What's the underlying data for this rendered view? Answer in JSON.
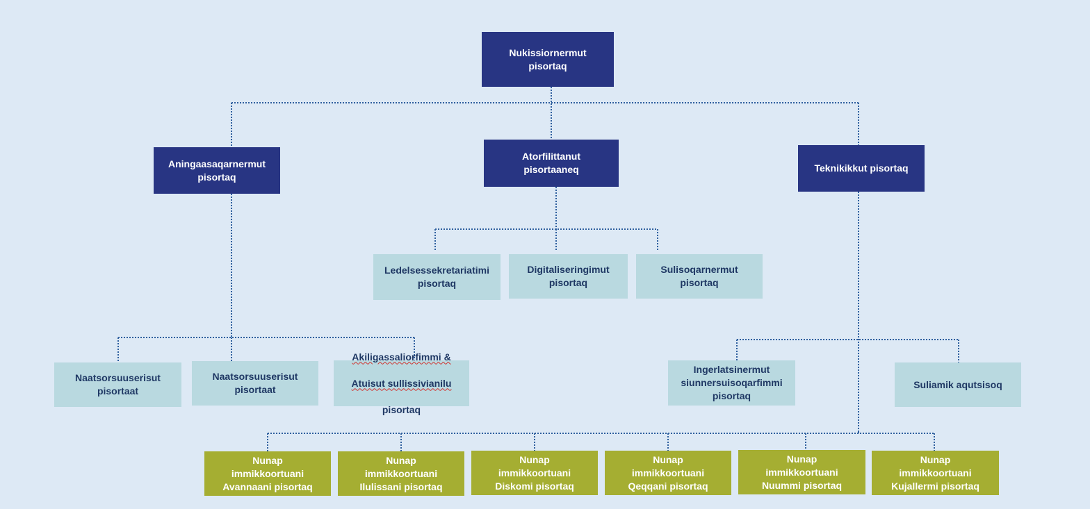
{
  "colors": {
    "background": "#dde9f5",
    "level_top": "#283583",
    "unit": "#b9d9e0",
    "unit_text": "#1f3864",
    "regional": "#a5ae32",
    "connector": "#2e5f9e"
  },
  "top": {
    "director": "Nukissiornermut\npisortaq"
  },
  "departments": {
    "finance": "Aningaasaqarnermut\npisortaq",
    "operations": "Atorfilittanut\npisortaaneq",
    "technical": "Teknikikkut pisortaq"
  },
  "operations_units": {
    "management_secretariat": "Ledelsessekretariatimi\npisortaq",
    "digitalisation": "Digitaliseringimut\npisortaq",
    "workplace": "Sulisoqarnermut\npisortaq"
  },
  "finance_units": {
    "unit_1": "Naatsorsuuserisut\npisortaat",
    "unit_2": "Naatsorsuuserisut\npisortaat",
    "procurement_line1": "Akiligassaliorfimmi &",
    "procurement_line2": "Atuisut sullissivianilu",
    "procurement_line3": "pisortaq"
  },
  "technical_units": {
    "engineering": "Ingerlatsinermut\nsiunnersuisoqarfimmi\npisortaq",
    "work_support": "Suliamik aqutsisoq"
  },
  "regional_units": [
    "Nunap\nimmikkoortuani\nAvannaani pisortaq",
    "Nunap\nimmikkoortuani\nIlulissani pisortaq",
    "Nunap\nimmikkoortuani\nDiskomi pisortaq",
    "Nunap\nimmikkoortuani\nQeqqani pisortaq",
    "Nunap\nimmikkoortuani\nNuummi pisortaq",
    "Nunap\nimmikkoortuani\nKujallermi pisortaq"
  ]
}
